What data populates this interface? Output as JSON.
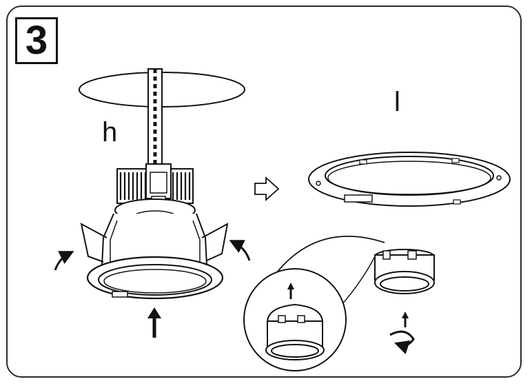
{
  "step": {
    "number": "3"
  },
  "labels": {
    "h": "h",
    "l": "l"
  }
}
